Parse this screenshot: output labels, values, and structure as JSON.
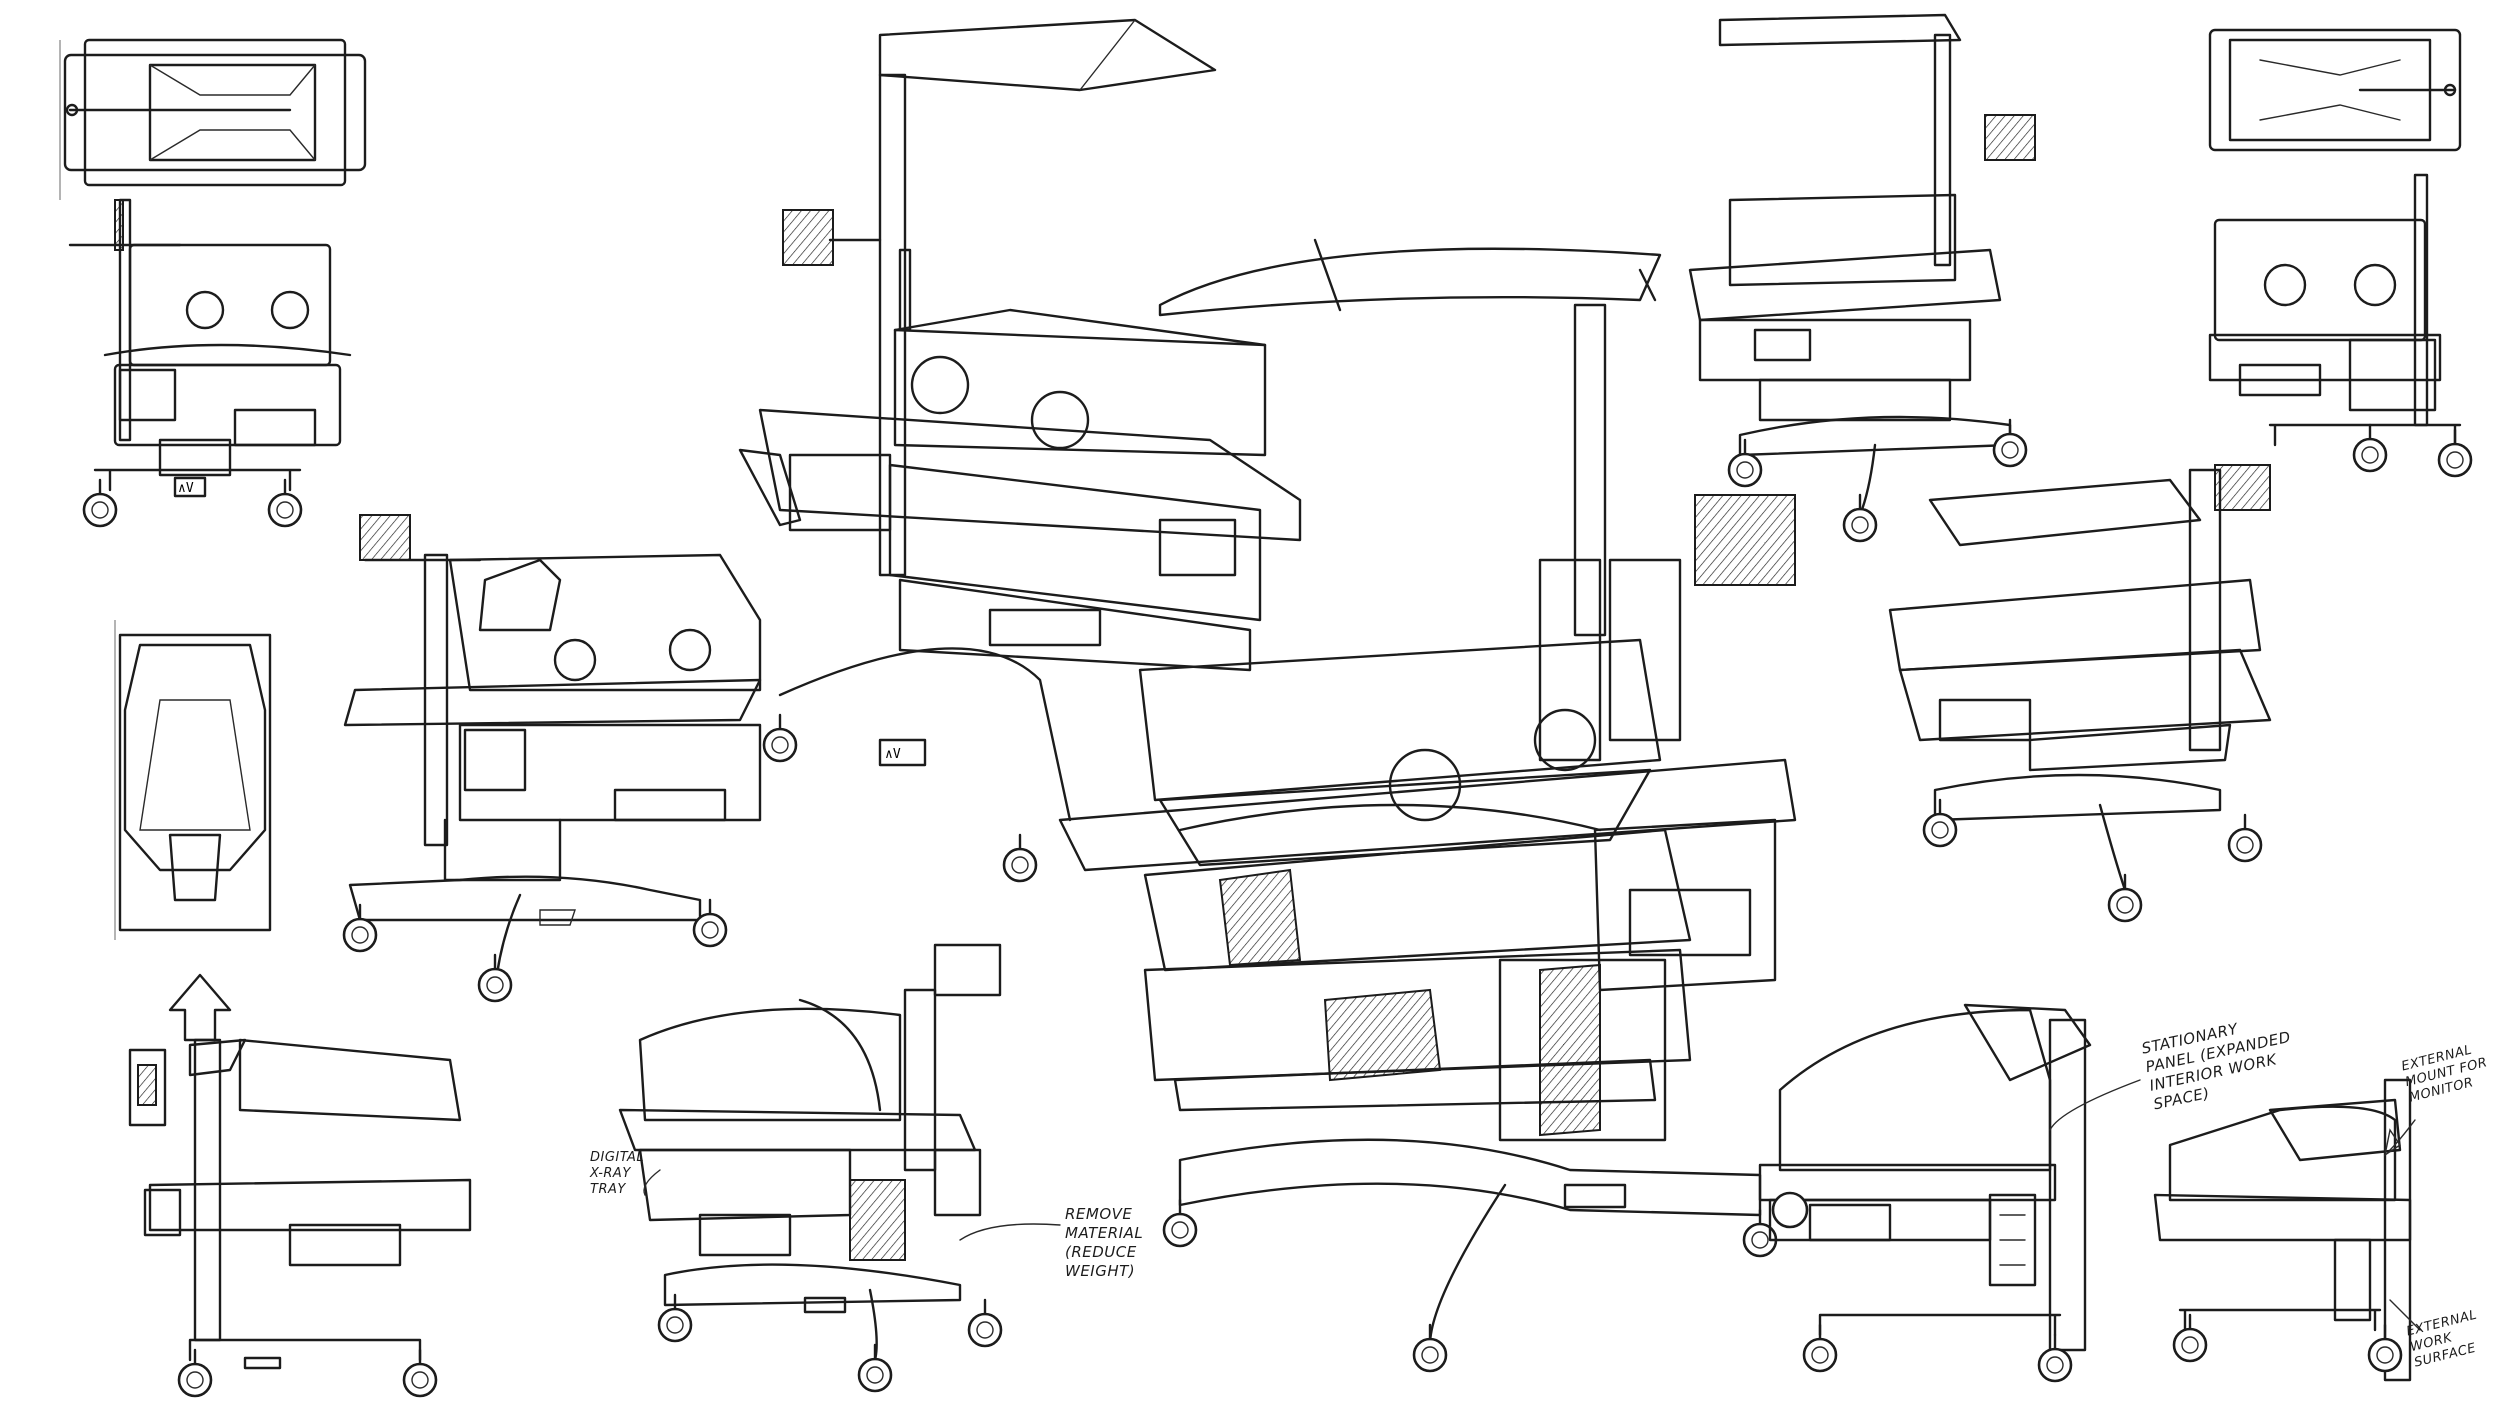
{
  "annotations": {
    "digital_xray_tray": "Digital X-ray tray",
    "remove_material": "Remove material (reduce weight)",
    "stationary_panel": "Stationary panel (expanded interior work space)",
    "external_mount": "External mount for monitor",
    "external_work_surface": "External work surface"
  },
  "badges": {
    "updown_a": "∧V",
    "updown_b": "∧V"
  },
  "colors": {
    "ink": "#1c1c1c",
    "paper": "#ffffff"
  },
  "icons": [
    "up-arrow-icon"
  ]
}
